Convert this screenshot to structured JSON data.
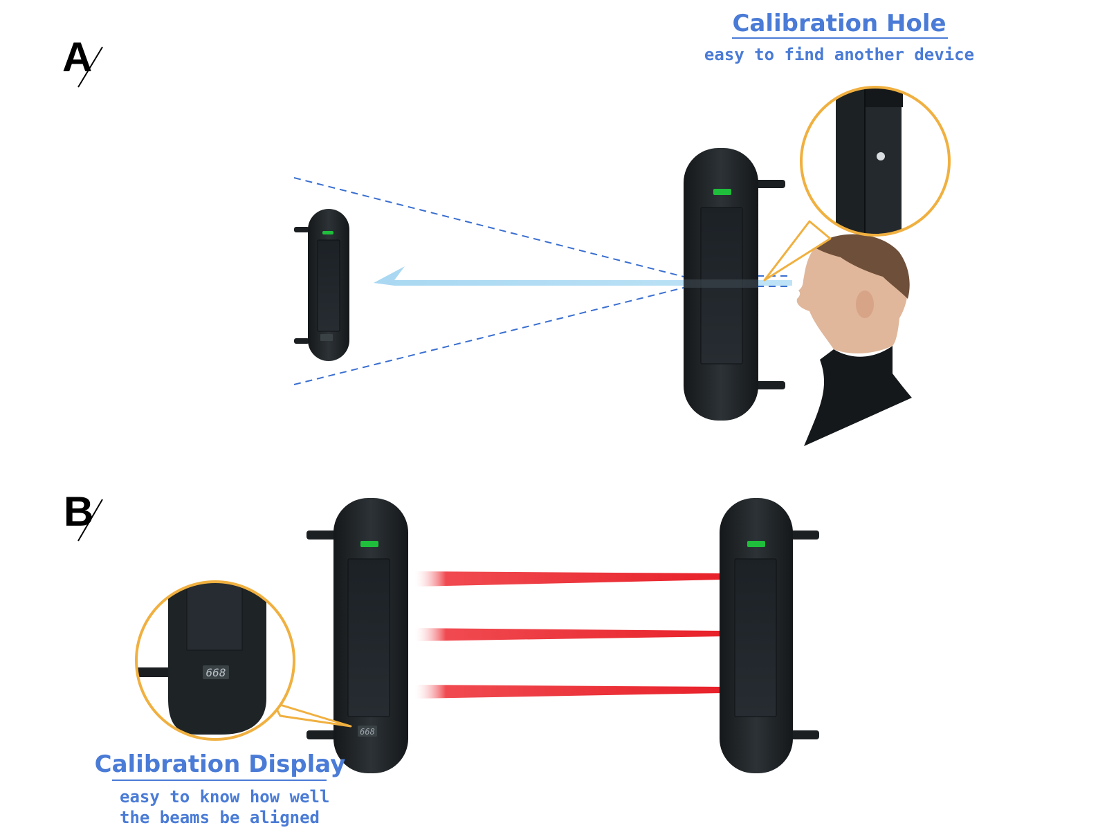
{
  "sections": {
    "a_label": "A",
    "b_label": "B"
  },
  "callouts": {
    "hole": {
      "title": "Calibration Hole",
      "subtitle": "easy to find another device"
    },
    "display": {
      "title": "Calibration Display",
      "subtitle_line1": "easy to know how well",
      "subtitle_line2": "the beams be aligned"
    }
  },
  "device_display": {
    "digits": "668"
  },
  "colors": {
    "callout_text": "#4a7bd6",
    "callout_ring": "#f0b040",
    "guide_lines": "#3a6fd0",
    "sight_beam": "#a9d8f2",
    "laser_beam": "#e8212a",
    "level_bubble": "#1fbf3c",
    "device_body": "#22272a"
  },
  "icons": {
    "level": "bubble-level-icon",
    "person": "person-silhouette",
    "solar": "solar-panel"
  }
}
